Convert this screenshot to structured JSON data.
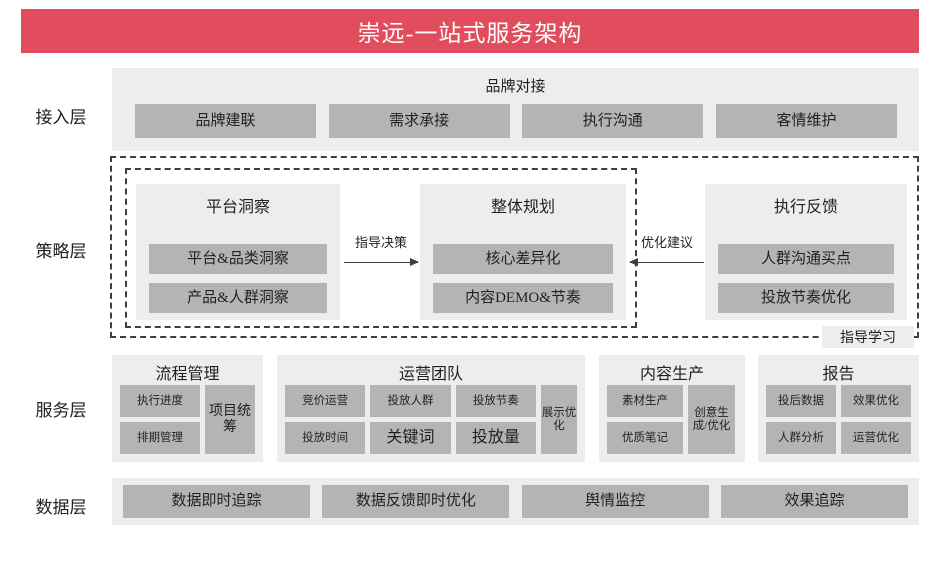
{
  "title": "崇远-一站式服务架构",
  "colors": {
    "banner": "#e24d5d",
    "panel_bg": "#ededed",
    "box_bg": "#b4b4b4",
    "text": "#231f20",
    "dashed_border": "#3f3f3f"
  },
  "layers": {
    "access_label": "接入层",
    "strategy_label": "策略层",
    "service_label": "服务层",
    "data_label": "数据层"
  },
  "access": {
    "title": "品牌对接",
    "items": [
      {
        "label": "品牌建联"
      },
      {
        "label": "需求承接"
      },
      {
        "label": "执行沟通"
      },
      {
        "label": "客情维护"
      }
    ]
  },
  "strategy": {
    "cards": [
      {
        "title": "平台洞察",
        "items": [
          {
            "label": "平台&品类洞察"
          },
          {
            "label": "产品&人群洞察"
          }
        ]
      },
      {
        "title": "整体规划",
        "items": [
          {
            "label": "核心差异化"
          },
          {
            "label": "内容DEMO&节奏"
          }
        ]
      },
      {
        "title": "执行反馈",
        "items": [
          {
            "label": "人群沟通买点"
          },
          {
            "label": "投放节奏优化"
          }
        ]
      }
    ],
    "arrow_right_label": "指导决策",
    "arrow_left_label": "优化建议",
    "guide_study_label": "指导学习"
  },
  "service": {
    "panels": [
      {
        "title": "流程管理",
        "stacked": [
          {
            "label": "执行进度"
          },
          {
            "label": "排期管理"
          }
        ],
        "tall": {
          "label": "项目统筹"
        }
      },
      {
        "title": "运营团队",
        "col1": [
          {
            "label": "竞价运营"
          },
          {
            "label": "投放时间"
          }
        ],
        "col2": [
          {
            "label": "投放人群"
          },
          {
            "label": "关键词"
          }
        ],
        "col3": [
          {
            "label": "投放节奏"
          },
          {
            "label": "投放量"
          }
        ],
        "tall": {
          "label": "展示优化"
        }
      },
      {
        "title": "内容生产",
        "stacked": [
          {
            "label": "素材生产"
          },
          {
            "label": "优质笔记"
          }
        ],
        "tall": {
          "label": "创意生成/优化"
        }
      },
      {
        "title": "报告",
        "cells": [
          {
            "label": "投后数据"
          },
          {
            "label": "效果优化"
          },
          {
            "label": "人群分析"
          },
          {
            "label": "运营优化"
          }
        ]
      }
    ]
  },
  "data_layer": {
    "items": [
      {
        "label": "数据即时追踪"
      },
      {
        "label": "数据反馈即时优化"
      },
      {
        "label": "舆情监控"
      },
      {
        "label": "效果追踪"
      }
    ]
  }
}
